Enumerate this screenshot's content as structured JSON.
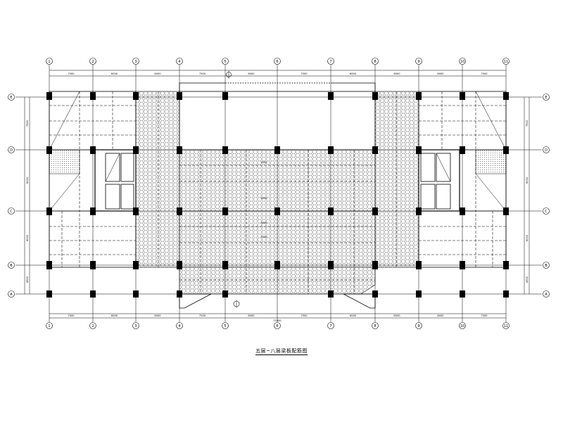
{
  "drawing": {
    "title": "五层~八层梁板配筋图",
    "column_axes": [
      "1",
      "2",
      "3",
      "4",
      "5",
      "6",
      "7",
      "8",
      "9",
      "10",
      "11"
    ],
    "row_axes": [
      "A",
      "B",
      "C",
      "D",
      "E"
    ],
    "top_dimensions": [
      "7500",
      "6000",
      "6000",
      "7500",
      "6000",
      "7500",
      "6000",
      "6000",
      "6000",
      "7500"
    ],
    "bottom_dimensions": [
      "7500",
      "6000",
      "6000",
      "7500",
      "6000",
      "7500",
      "6000",
      "6000",
      "6000",
      "7500"
    ],
    "overall_dimension": "71000",
    "right_dimensions": [
      "7500",
      "6000",
      "6000",
      "4500"
    ],
    "left_dimensions": [
      "7500",
      "6000",
      "6000",
      "4500"
    ],
    "slab_labels": [
      "2500",
      "3000",
      "3000",
      "2500"
    ],
    "symbols": [
      "north-marker",
      "section-marker"
    ]
  }
}
